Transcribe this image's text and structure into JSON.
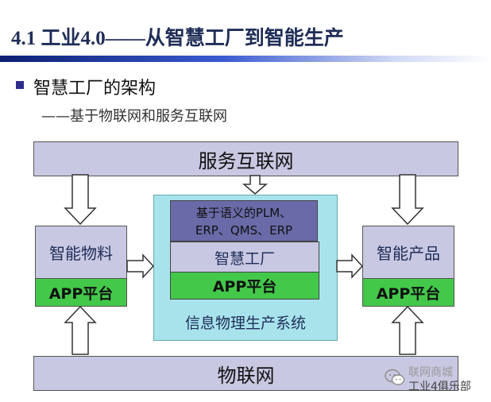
{
  "header": {
    "title": "4.1 工业4.0——从智慧工厂到智能生产"
  },
  "section": {
    "heading": "智慧工厂的架构",
    "subtitle": "——基于物联网和服务互联网"
  },
  "diagram": {
    "top_bar": "服务互联网",
    "bottom_bar": "物联网",
    "left_box": {
      "label": "智能物料",
      "app": "APP平台"
    },
    "right_box": {
      "label": "智能产品",
      "app": "APP平台"
    },
    "center": {
      "inner_line1": "基于语义的PLM、",
      "inner_line2": "ERP、QMS、ERP",
      "factory": "智慧工厂",
      "app": "APP平台",
      "footer": "信息物理生产系统"
    }
  },
  "watermark": {
    "line1": "联网商城",
    "line2": "工业4俱乐部",
    "icon": "wechat-icon"
  }
}
